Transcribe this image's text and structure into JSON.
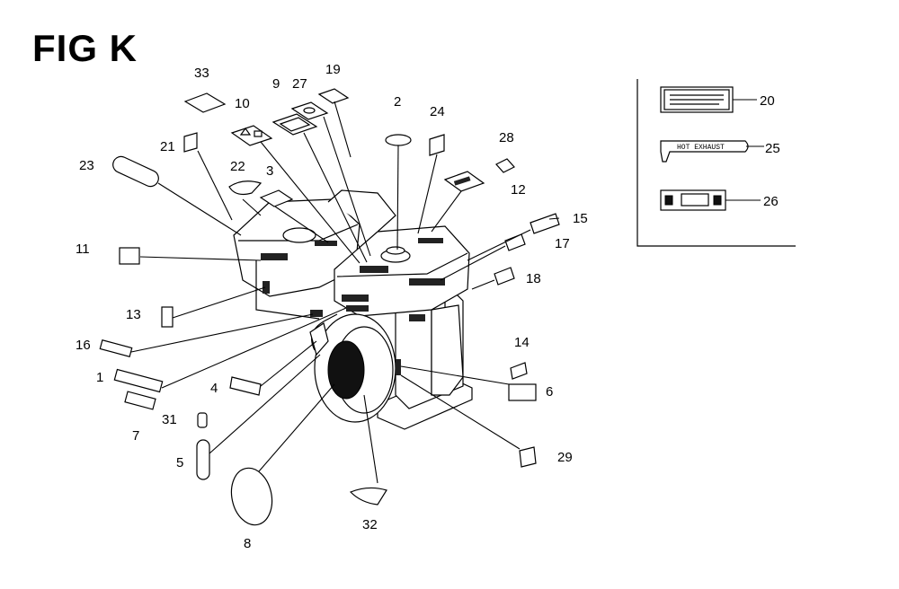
{
  "figure": {
    "title": "FIG K"
  },
  "callouts": [
    {
      "id": "1",
      "label": "1"
    },
    {
      "id": "2",
      "label": "2"
    },
    {
      "id": "3",
      "label": "3"
    },
    {
      "id": "4",
      "label": "4"
    },
    {
      "id": "5",
      "label": "5"
    },
    {
      "id": "6",
      "label": "6"
    },
    {
      "id": "7",
      "label": "7"
    },
    {
      "id": "8",
      "label": "8"
    },
    {
      "id": "9",
      "label": "9"
    },
    {
      "id": "10",
      "label": "10"
    },
    {
      "id": "11",
      "label": "11"
    },
    {
      "id": "12",
      "label": "12"
    },
    {
      "id": "13",
      "label": "13"
    },
    {
      "id": "14",
      "label": "14"
    },
    {
      "id": "15",
      "label": "15"
    },
    {
      "id": "16",
      "label": "16"
    },
    {
      "id": "17",
      "label": "17"
    },
    {
      "id": "18",
      "label": "18"
    },
    {
      "id": "19",
      "label": "19"
    },
    {
      "id": "20",
      "label": "20"
    },
    {
      "id": "21",
      "label": "21"
    },
    {
      "id": "22",
      "label": "22"
    },
    {
      "id": "23",
      "label": "23"
    },
    {
      "id": "24",
      "label": "24"
    },
    {
      "id": "25",
      "label": "25"
    },
    {
      "id": "26",
      "label": "26"
    },
    {
      "id": "27",
      "label": "27"
    },
    {
      "id": "28",
      "label": "28"
    },
    {
      "id": "29",
      "label": "29"
    },
    {
      "id": "31",
      "label": "31"
    },
    {
      "id": "32",
      "label": "32"
    },
    {
      "id": "33",
      "label": "33"
    }
  ],
  "inset": {
    "label_25_text": "HOT EXHAUST"
  }
}
